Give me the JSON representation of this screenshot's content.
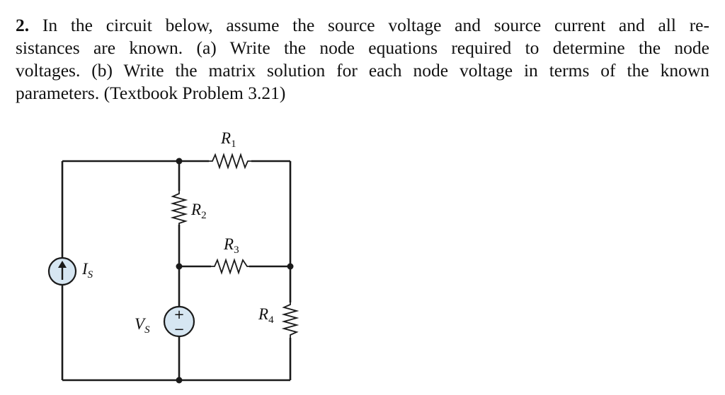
{
  "problem": {
    "number": "2.",
    "lines": [
      " In the circuit below, assume the source voltage and source current and all re-",
      "sistances are known.  (a) Write the node equations required to determine the node",
      "voltages.  (b) Write the matrix solution for each node voltage in terms of the known",
      "parameters.  (Textbook Problem 3.21)"
    ]
  },
  "circuit": {
    "components": {
      "R1": {
        "symbol": "R",
        "sub": "1"
      },
      "R2": {
        "symbol": "R",
        "sub": "2"
      },
      "R3": {
        "symbol": "R",
        "sub": "3"
      },
      "R4": {
        "symbol": "R",
        "sub": "4"
      },
      "Is": {
        "symbol": "I",
        "sub": "S"
      },
      "Vs": {
        "symbol": "V",
        "sub": "S",
        "plus": "+",
        "minus": "−"
      }
    },
    "colors": {
      "wire": "#1a1a1a",
      "source_fill": "#d6e6f2"
    },
    "icons": {
      "current_source": "circle-up-arrow-icon",
      "voltage_source": "circle-plus-minus-icon",
      "resistor": "zigzag-resistor-icon"
    }
  }
}
